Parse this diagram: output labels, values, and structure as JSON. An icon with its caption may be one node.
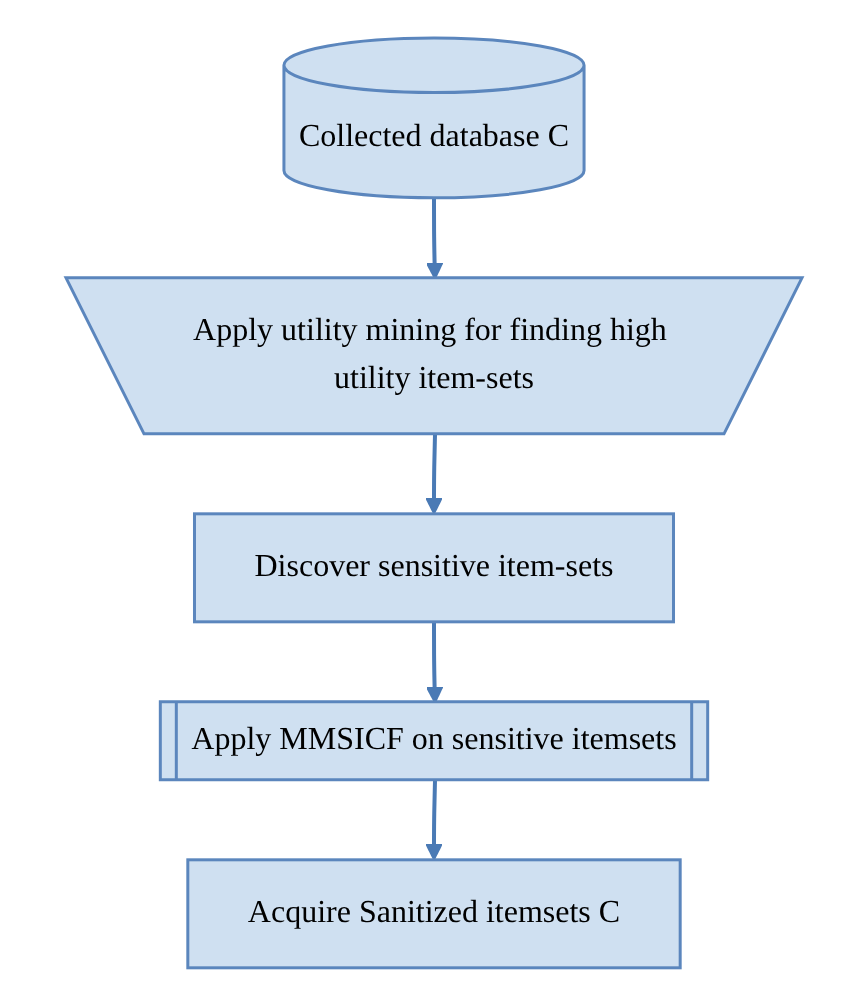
{
  "diagram": {
    "nodes": [
      {
        "text": [
          "Collected database C"
        ]
      },
      {
        "text": [
          "Apply utility mining for finding high utility item-sets"
        ]
      },
      {
        "text": [
          "Discover sensitive item-sets"
        ]
      },
      {
        "text": [
          "Apply MMSICF on sensitive itemsets"
        ]
      },
      {
        "text": [
          "Acquire Sanitized itemsets C"
        ]
      }
    ],
    "edges": [
      {
        "from": 0,
        "to": 1,
        "arrow": "to"
      },
      {
        "from": 1,
        "to": 2,
        "arrow": "to"
      },
      {
        "from": 2,
        "to": 3,
        "arrow": "to"
      },
      {
        "from": 3,
        "to": 4,
        "arrow": "to"
      }
    ]
  }
}
